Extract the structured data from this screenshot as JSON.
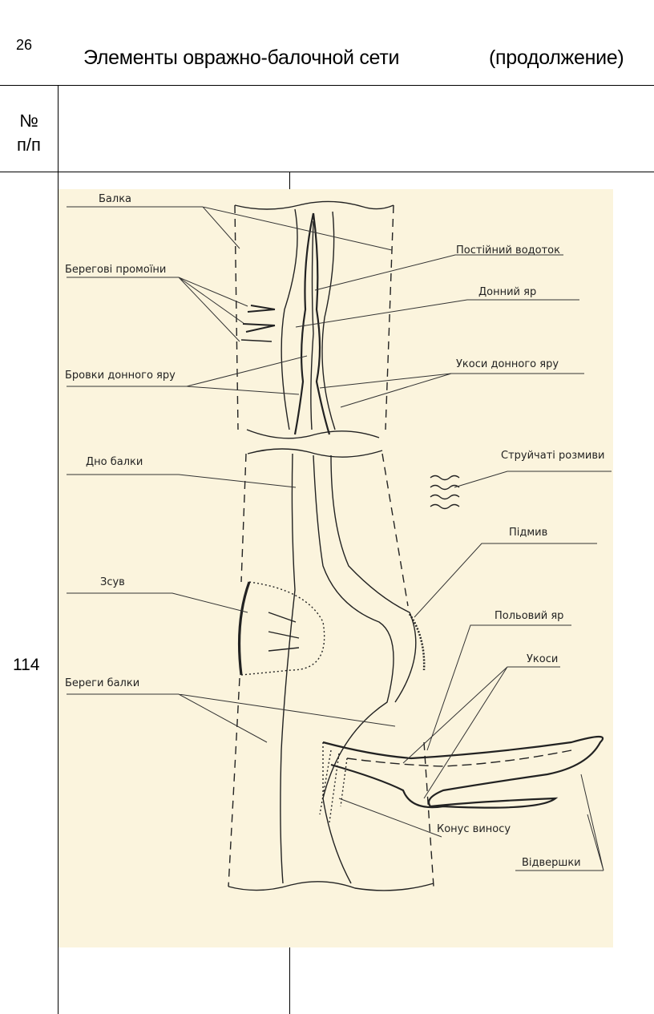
{
  "page": {
    "number": "26",
    "title": "Элементы овражно-балочной сети",
    "title_continuation": "(продолжение)"
  },
  "table": {
    "header": {
      "number_label_line1": "№",
      "number_label_line2": "п/п"
    },
    "row": {
      "number": "114"
    }
  },
  "figure": {
    "labels": {
      "balka": "Балка",
      "postiynyi_vodotok": "Постійний водоток",
      "beregovi_promoiny": "Берегові промоїни",
      "donnyi_yar": "Донний яр",
      "bruvky_donnoho_yaru": "Бровки донного яру",
      "ukosy_donnoho_yaru": "Укоси донного яру",
      "dno_balky": "Дно балки",
      "struichati_rozmyvy": "Струйчаті розмиви",
      "pidmyv": "Підмив",
      "zsuv": "Зсув",
      "polovyi_yar": "Польовий яр",
      "ukosy": "Укоси",
      "berehy_balky": "Береги балки",
      "konus_vynosu": "Конус виносу",
      "vidvershky": "Відвершки"
    }
  }
}
